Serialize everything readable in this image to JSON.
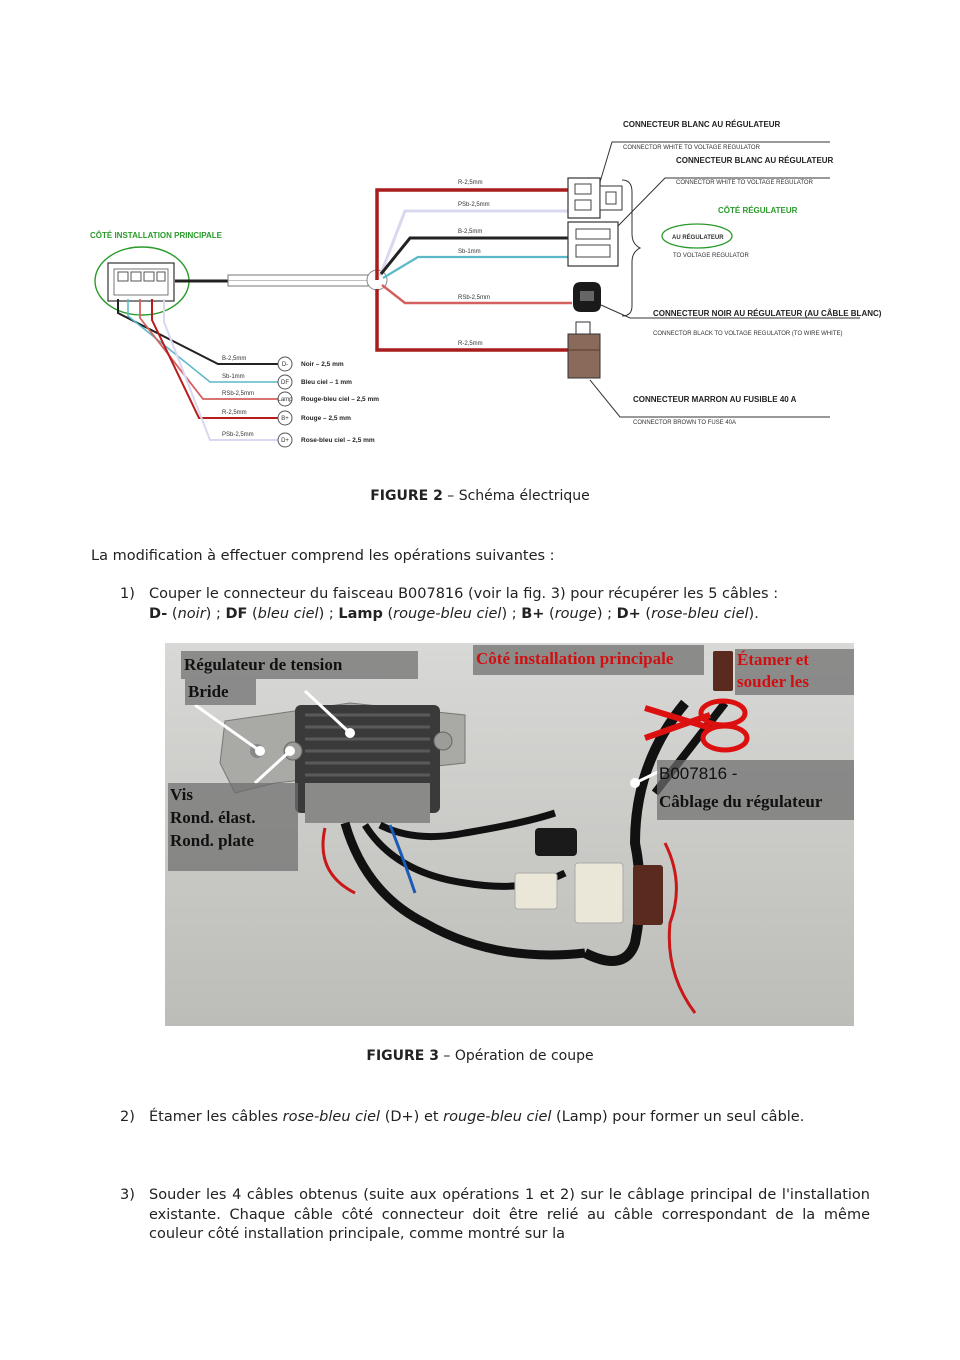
{
  "figure2": {
    "title_left": "CÔTÉ INSTALLATION PRINCIPALE",
    "title_right": "CÔTÉ RÉGULATEUR",
    "regulator_tag": "AU RÉGULATEUR",
    "regulator_tag_en": "TO VOLTAGE REGULATOR",
    "connectors": [
      {
        "fr": "CONNECTEUR BLANC AU RÉGULATEUR",
        "en": "CONNECTOR WHITE TO VOLTAGE REGULATOR"
      },
      {
        "fr": "CONNECTEUR BLANC AU RÉGULATEUR",
        "en": "CONNECTOR  WHITE TO VOLTAGE REGULATOR"
      },
      {
        "fr": "CONNECTEUR NOIR AU RÉGULATEUR (AU CÂBLE BLANC)",
        "en": "CONNECTOR BLACK TO VOLTAGE REGULATOR (TO WIRE WHITE)"
      },
      {
        "fr": "CONNECTEUR MARRON AU FUSIBLE 40 A",
        "en": "CONNECTOR BROWN TO FUSE 40A"
      }
    ],
    "wires_right": [
      "R-2,5mm",
      "PSb-2,5mm",
      "B-2,5mm",
      "Sb-1mm",
      "RSb-2,5mm",
      "R-2,5mm"
    ],
    "legend": [
      {
        "wire": "B-2,5mm",
        "pin": "D-",
        "desc": "Noir – 2,5 mm",
        "color": "#222222"
      },
      {
        "wire": "Sb-1mm",
        "pin": "DF",
        "desc": "Bleu ciel – 1 mm",
        "color": "#4ab0c8"
      },
      {
        "wire": "RSb-2,5mm",
        "pin": "Lamp",
        "desc": "Rouge-bleu ciel – 2,5 mm",
        "color": "#e05050"
      },
      {
        "wire": "R-2,5mm",
        "pin": "B+",
        "desc": "Rouge – 2,5 mm",
        "color": "#cc1f1f"
      },
      {
        "wire": "PSb-2,5mm",
        "pin": "D+",
        "desc": "Rose-bleu ciel – 2,5 mm",
        "color": "#c8c8f0"
      }
    ]
  },
  "caption2": {
    "label": "FIGURE 2",
    "text": " – Schéma électrique"
  },
  "intro": "La modification à effectuer comprend les opérations suivantes :",
  "step1": {
    "num": "1)",
    "p1": "Couper le connecteur du faisceau B007816 (voir la fig. 3) pour récupérer les 5 câbles :",
    "parts": [
      {
        "b": "D-",
        "i": "noir"
      },
      {
        "b": "DF",
        "i": "bleu ciel"
      },
      {
        "b": "Lamp",
        "i": "rouge-bleu ciel"
      },
      {
        "b": "B+",
        "i": "rouge"
      },
      {
        "b": "D+",
        "i": "rose-bleu ciel"
      }
    ]
  },
  "photo": {
    "labels": {
      "regulateur": "Régulateur de tension",
      "bride": "Bride",
      "vis": "Vis",
      "rond_elast": "Rond. élast.",
      "rond_plate": "Rond. plate",
      "cote": "Côté installation principale",
      "etamer1": "Étamer et",
      "etamer2": "souder les",
      "b007816": "B007816 -",
      "cablage": "Câblage du régulateur"
    }
  },
  "caption3": {
    "label": "FIGURE 3",
    "text": " – Opération de coupe"
  },
  "step2": {
    "num": "2)",
    "a": "Étamer les câbles ",
    "i1": "rose-bleu ciel",
    "b": " (D+) et ",
    "i2": "rouge-bleu ciel",
    "c": " (Lamp) pour former un seul câble."
  },
  "step3": {
    "num": "3)",
    "text": "Souder les 4 câbles obtenus (suite aux opérations 1 et 2) sur le câblage principal de l'installation existante.  Chaque câble côté connecteur doit être relié au câble correspondant de la même couleur côté installation principale, comme montré sur la"
  }
}
